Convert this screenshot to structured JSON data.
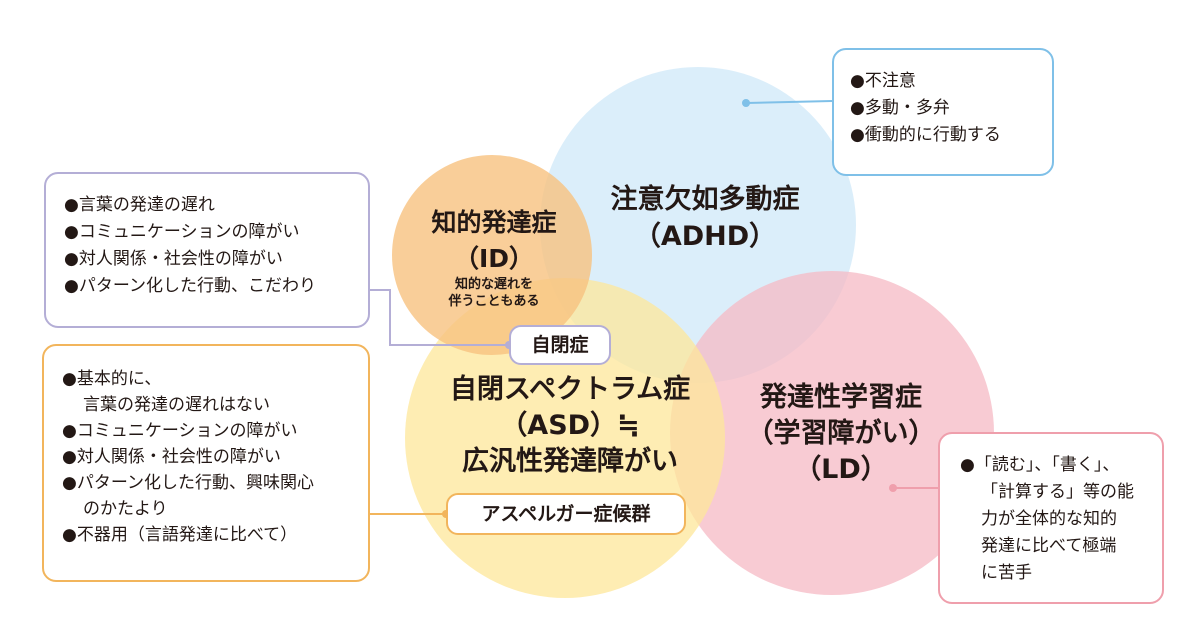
{
  "circles": {
    "adhd": {
      "color": "#cfe8f8",
      "opacity": 0.75
    },
    "id": {
      "color": "#f7c27f",
      "opacity": 0.8
    },
    "asd": {
      "color": "#fde79a",
      "opacity": 0.75
    },
    "ld": {
      "color": "#f6b9c4",
      "opacity": 0.75
    }
  },
  "connector_colors": {
    "id": "#b4aed6",
    "adhd": "#7fc0e8",
    "asd": "#f2b55c",
    "ld": "#ef9fac"
  },
  "id": {
    "title_line1": "知的発達症",
    "title_line2": "（ID）",
    "note_line1": "知的な遅れを",
    "note_line2": "伴うこともある",
    "box_items": [
      "●言葉の発達の遅れ",
      "●コミュニケーションの障がい",
      "●対人関係・社会性の障がい",
      "●パターン化した行動、こだわり"
    ]
  },
  "adhd": {
    "title_line1": "注意欠如多動症",
    "title_line2": "（ADHD）",
    "box_items": [
      "●不注意",
      "●多動・多弁",
      "●衝動的に行動する"
    ]
  },
  "autism_pill": "自閉症",
  "asd": {
    "title_line1": "自閉スペクトラム症",
    "title_line2": "（ASD）≒",
    "title_line3": "広汎性発達障がい",
    "box_item1_line1": "●基本的に、",
    "box_item1_line2": "言葉の発達の遅れはない",
    "box_item2": "●コミュニケーションの障がい",
    "box_item3": "●対人関係・社会性の障がい",
    "box_item4_line1": "●パターン化した行動、興味関心",
    "box_item4_line2": "のかたより",
    "box_item5": "●不器用（言語発達に比べて）"
  },
  "asperger_pill": "アスペルガー症候群",
  "ld": {
    "title_line1": "発達性学習症",
    "title_line2": "（学習障がい）",
    "title_line3": "（LD）",
    "box_line1": "●「読む」、「書く」、",
    "box_line2": "「計算する」等の能",
    "box_line3": "力が全体的な知的",
    "box_line4": "発達に比べて極端",
    "box_line5": "に苦手"
  }
}
